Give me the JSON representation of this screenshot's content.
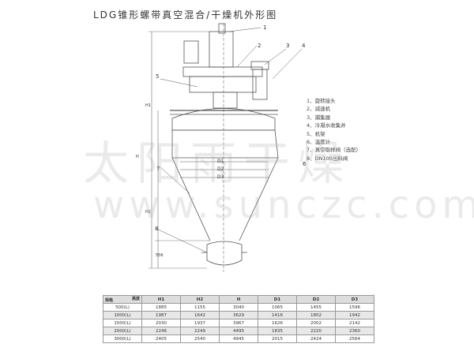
{
  "title": "LDG锥形螺带真空混合/干燥机外形图",
  "watermark": {
    "text": "太阳雨干燥",
    "url": "www.sunczc.com"
  },
  "callouts": [
    "1",
    "2",
    "3",
    "4",
    "5",
    "6",
    "7",
    "8"
  ],
  "dimensions": {
    "h1": "H1",
    "h": "H",
    "h2": "H2",
    "bottom": "556",
    "d1": "D1",
    "d2": "D2",
    "d3": "D3"
  },
  "legend": [
    "1、旋转接头",
    "2、减速机",
    "3、捕集器",
    "4、冷凝水收集井",
    "5、机架",
    "6、温度计",
    "7、真空取样阀（选配）",
    "8、DN100出料阀"
  ],
  "table": {
    "corner_top": "高度",
    "corner_bottom": "规格",
    "headers": [
      "H1",
      "H2",
      "H",
      "D1",
      "D2",
      "D3"
    ],
    "rows": [
      [
        "500(L)",
        "1885",
        "1155",
        "3040",
        "1065",
        "1455",
        "1596"
      ],
      [
        "1000(L)",
        "1987",
        "1642",
        "3629",
        "1416",
        "1802",
        "1942"
      ],
      [
        "1500(L)",
        "2030",
        "1937",
        "3967",
        "1626",
        "2002",
        "2142"
      ],
      [
        "2000(L)",
        "2246",
        "2249",
        "4495",
        "1835",
        "2220",
        "2360"
      ],
      [
        "3000(L)",
        "2405",
        "2540",
        "4945",
        "2015",
        "2424",
        "2564"
      ]
    ]
  }
}
